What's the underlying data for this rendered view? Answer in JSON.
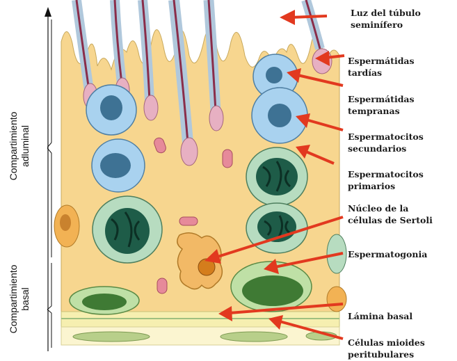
{
  "side_labels": {
    "adluminal_line1": "Compartimiento",
    "adluminal_line2": "adluminal",
    "basal_line1": "Compartimiento",
    "basal_line2": "basal"
  },
  "labels": [
    {
      "key": "lumen",
      "line1": "Luz del túbulo",
      "line2": "seminífero"
    },
    {
      "key": "late_spermatids",
      "line1": "Espermátidas",
      "line2": "tardías"
    },
    {
      "key": "early_spermatids",
      "line1": "Espermátidas",
      "line2": "tempranas"
    },
    {
      "key": "secondary_spermatocytes",
      "line1": "Espermatocitos",
      "line2": "secundarios"
    },
    {
      "key": "primary_spermatocytes",
      "line1": "Espermatocitos",
      "line2": "primarios"
    },
    {
      "key": "sertoli_nucleus",
      "line1": "Núcleo de la",
      "line2": "células de Sertoli"
    },
    {
      "key": "spermatogonia",
      "line1": "Espermatogonia",
      "line2": ""
    },
    {
      "key": "basal_lamina",
      "line1": "Lámina basal",
      "line2": ""
    },
    {
      "key": "myoid_cells",
      "line1": "Células mioides",
      "line2": "peritubulares"
    }
  ],
  "colors": {
    "sertoli_cytoplasm": "#f7d68f",
    "spermatid_cell": "#a9d2ef",
    "spermatocyte_cell": "#b7dcc0",
    "spermatogonia_cell": "#bfe0a6",
    "acrosome_pink": "#e7b0c2",
    "arrow_red": "#e2391f",
    "basal_lamina": "#f6efb0"
  }
}
